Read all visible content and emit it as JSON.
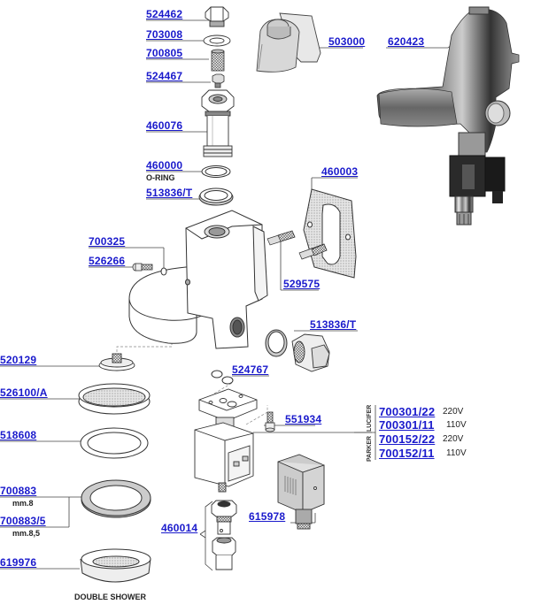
{
  "diagram": {
    "type": "exploded-parts-diagram",
    "accent_color": "#1a1acc",
    "parts": [
      {
        "id": "p524462",
        "code": "524462"
      },
      {
        "id": "p703008",
        "code": "703008"
      },
      {
        "id": "p700805",
        "code": "700805"
      },
      {
        "id": "p524467",
        "code": "524467"
      },
      {
        "id": "p460076",
        "code": "460076"
      },
      {
        "id": "p460000",
        "code": "460000",
        "note": "O-RING"
      },
      {
        "id": "p513836t_a",
        "code": "513836/T"
      },
      {
        "id": "p503000",
        "code": "503000"
      },
      {
        "id": "p620423",
        "code": "620423"
      },
      {
        "id": "p460003",
        "code": "460003"
      },
      {
        "id": "p700325",
        "code": "700325"
      },
      {
        "id": "p526266",
        "code": "526266"
      },
      {
        "id": "p529575",
        "code": "529575"
      },
      {
        "id": "p513836t_b",
        "code": "513836/T"
      },
      {
        "id": "p520129",
        "code": "520129"
      },
      {
        "id": "p524767",
        "code": "524767"
      },
      {
        "id": "p526100a",
        "code": "526100/A"
      },
      {
        "id": "p551934",
        "code": "551934"
      },
      {
        "id": "p518608",
        "code": "518608"
      },
      {
        "id": "p700883",
        "code": "700883",
        "note": "mm.8"
      },
      {
        "id": "p700883_5",
        "code": "700883/5",
        "note": "mm.8,5"
      },
      {
        "id": "p460014",
        "code": "460014"
      },
      {
        "id": "p615978",
        "code": "615978"
      },
      {
        "id": "p619976",
        "code": "619976",
        "note": "DOUBLE SHOWER"
      }
    ],
    "solenoid_valves": {
      "brands": [
        "LUCIFER",
        "PARKER"
      ],
      "options": [
        {
          "code": "700301/22",
          "voltage": "220V",
          "brand": "LUCIFER"
        },
        {
          "code": "700301/11",
          "voltage": "110V",
          "brand": "LUCIFER"
        },
        {
          "code": "700152/22",
          "voltage": "220V",
          "brand": "PARKER"
        },
        {
          "code": "700152/11",
          "voltage": "110V",
          "brand": "PARKER"
        }
      ]
    }
  }
}
